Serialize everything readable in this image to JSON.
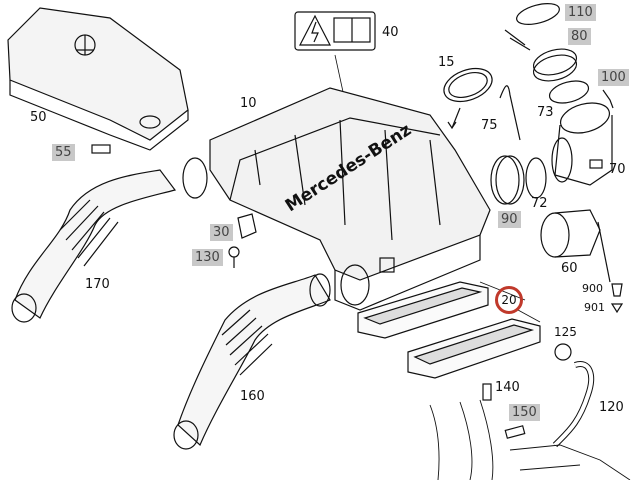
{
  "diagram": {
    "brand_text": "Mercedes-Benz",
    "highlight_color": "#c8c8c8",
    "selected_circle_color": "#c0392b",
    "parts": [
      {
        "id": "p110",
        "label": "110",
        "highlighted": true
      },
      {
        "id": "p80",
        "label": "80",
        "highlighted": true
      },
      {
        "id": "p100",
        "label": "100",
        "highlighted": true
      },
      {
        "id": "p40",
        "label": "40",
        "highlighted": false
      },
      {
        "id": "p15",
        "label": "15",
        "highlighted": false
      },
      {
        "id": "p10",
        "label": "10",
        "highlighted": false
      },
      {
        "id": "p50",
        "label": "50",
        "highlighted": false
      },
      {
        "id": "p55",
        "label": "55",
        "highlighted": true
      },
      {
        "id": "p73",
        "label": "73",
        "highlighted": false
      },
      {
        "id": "p75",
        "label": "75",
        "highlighted": false
      },
      {
        "id": "p70",
        "label": "70",
        "highlighted": false
      },
      {
        "id": "p72",
        "label": "72",
        "highlighted": false
      },
      {
        "id": "p90",
        "label": "90",
        "highlighted": true
      },
      {
        "id": "p30",
        "label": "30",
        "highlighted": true
      },
      {
        "id": "p130",
        "label": "130",
        "highlighted": true
      },
      {
        "id": "p170",
        "label": "170",
        "highlighted": false
      },
      {
        "id": "p20",
        "label": "20",
        "highlighted": false,
        "selected": true
      },
      {
        "id": "p60",
        "label": "60",
        "highlighted": false
      },
      {
        "id": "p900",
        "label": "900",
        "highlighted": false
      },
      {
        "id": "p901",
        "label": "901",
        "highlighted": false
      },
      {
        "id": "p125",
        "label": "125",
        "highlighted": false
      },
      {
        "id": "p140",
        "label": "140",
        "highlighted": false
      },
      {
        "id": "p150",
        "label": "150",
        "highlighted": true
      },
      {
        "id": "p160",
        "label": "160",
        "highlighted": false
      },
      {
        "id": "p120",
        "label": "120",
        "highlighted": false
      }
    ]
  }
}
